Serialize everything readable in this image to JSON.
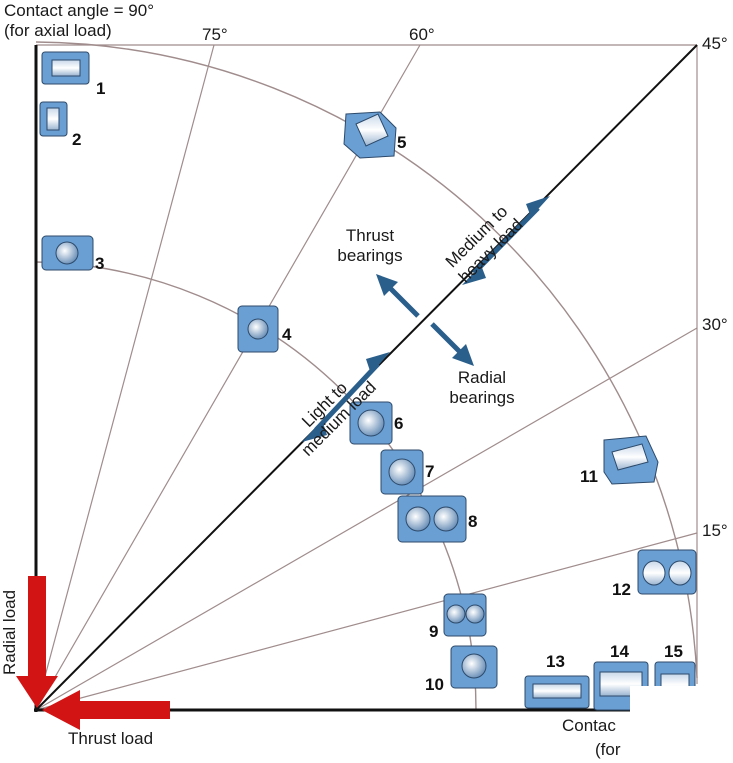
{
  "top_label": {
    "line1": "Contact angle = 90°",
    "line2": "(for axial load)"
  },
  "bottom_label": {
    "line1": "Contac",
    "line2": "(for"
  },
  "angles": {
    "a75": "75°",
    "a60": "60°",
    "a45": "45°",
    "a30": "30°",
    "a15": "15°"
  },
  "arrows": {
    "thrust": {
      "line1": "Thrust",
      "line2": "bearings"
    },
    "radial": {
      "line1": "Radial",
      "line2": "bearings"
    },
    "light_medium": {
      "line1": "Light to",
      "line2": "medium load"
    },
    "medium_heavy": {
      "line1": "Medium to",
      "line2": "heavy load"
    }
  },
  "load_labels": {
    "radial": "Radial load",
    "thrust": "Thrust load"
  },
  "bearing_numbers": [
    "1",
    "2",
    "3",
    "4",
    "5",
    "6",
    "7",
    "8",
    "9",
    "10",
    "11",
    "12",
    "13",
    "14",
    "15"
  ],
  "colors": {
    "bearing_blue": "#6a9fd4",
    "arrow_blue": "#2a5f8c",
    "load_red": "#d21414",
    "guide_line": "#a08c8c"
  }
}
